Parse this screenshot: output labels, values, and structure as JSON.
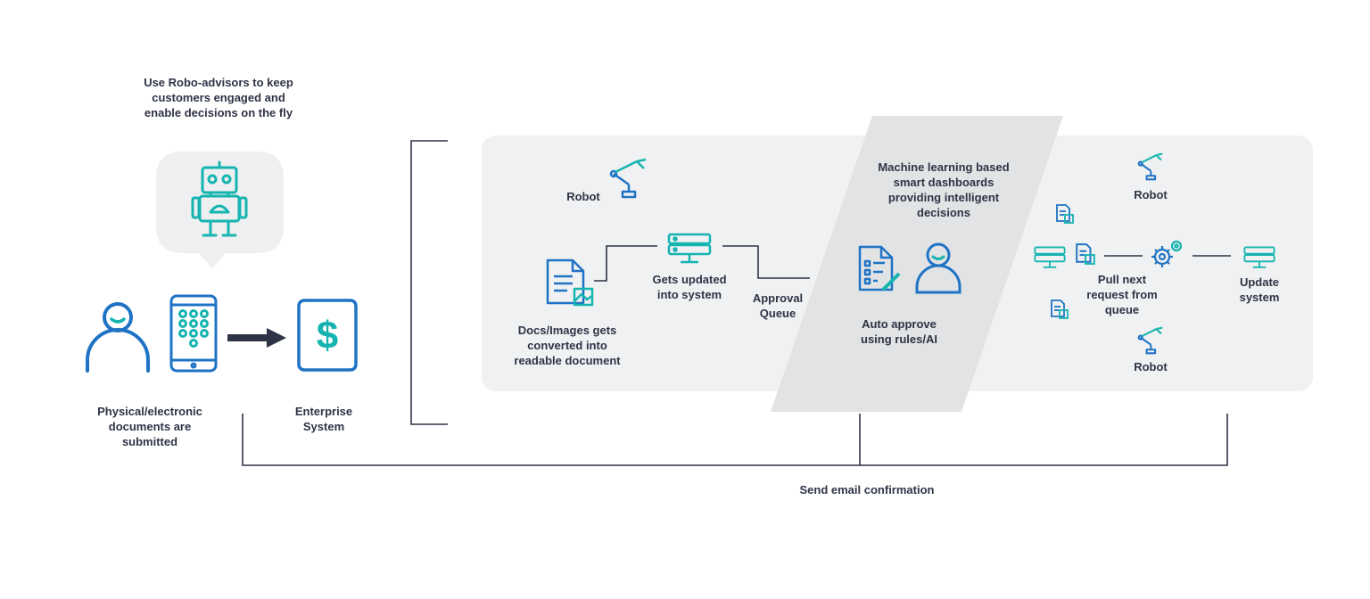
{
  "colors": {
    "panel": "#f0f1f2",
    "band": "#e1e3e4",
    "bubble": "#eeeff0",
    "line": "#2f3346",
    "blue": "#1f73c4",
    "teal": "#16b4b0"
  },
  "labels": {
    "robo_advisors": "Use Robo-advisors to keep\ncustomers engaged and\nenable decisions on the fly",
    "physical_docs": "Physical/electronic\ndocuments are\nsubmitted",
    "enterprise": "Enterprise\nSystem",
    "robot_left": "Robot",
    "docs_converted": "Docs/Images gets\nconverted into\nreadable document",
    "gets_updated": "Gets updated\ninto system",
    "approval_queue": "Approval\nQueue",
    "ml_dashboards": "Machine learning based\nsmart dashboards\nproviding intelligent\ndecisions",
    "auto_approve": "Auto approve\nusing rules/AI",
    "robot_top": "Robot",
    "pull_next": "Pull next\nrequest from\nqueue",
    "update_system": "Update\nsystem",
    "robot_bottom": "Robot",
    "send_email": "Send email confirmation"
  },
  "icons": {
    "user": "user-icon",
    "phone": "phone-keypad-icon",
    "arrow": "arrow-right-icon",
    "dollar": "dollar-icon",
    "robot": "robot-icon",
    "robot_arm": "robot-arm-icon",
    "document": "document-image-icon",
    "server": "server-icon",
    "checklist": "checklist-icon",
    "gears": "gears-icon",
    "file": "file-play-icon"
  }
}
